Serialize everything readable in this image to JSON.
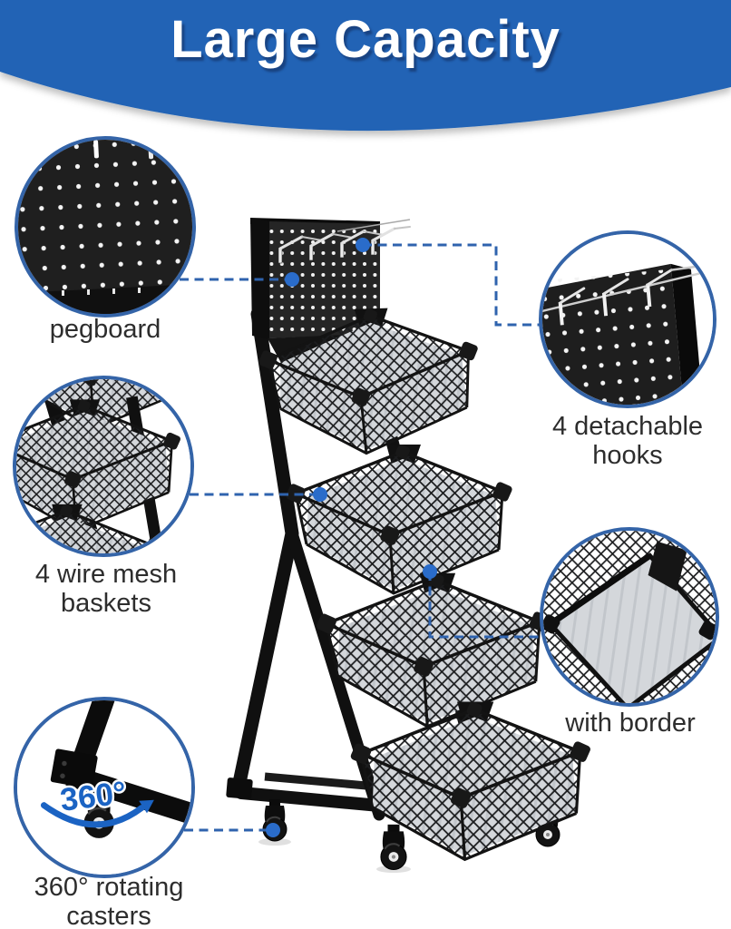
{
  "title": "Large Capacity",
  "callouts": {
    "pegboard": {
      "label": "pegboard"
    },
    "hooks": {
      "label": "4 detachable hooks"
    },
    "baskets": {
      "label": "4 wire mesh baskets"
    },
    "border": {
      "label": "with border"
    },
    "casters": {
      "label": "360° rotating casters",
      "badge": "360°"
    }
  },
  "colors": {
    "banner_blue": "#2164b5",
    "title_text": "#ffffff",
    "circle_ring": "#3464a8",
    "connector_dash": "#2f63ae",
    "connector_dot": "#2a6cca",
    "badge_blue": "#1b63c3",
    "label_text": "#2d2d2d",
    "rack_black": "#141414",
    "basket_floor_gray": "#d4d7db"
  }
}
